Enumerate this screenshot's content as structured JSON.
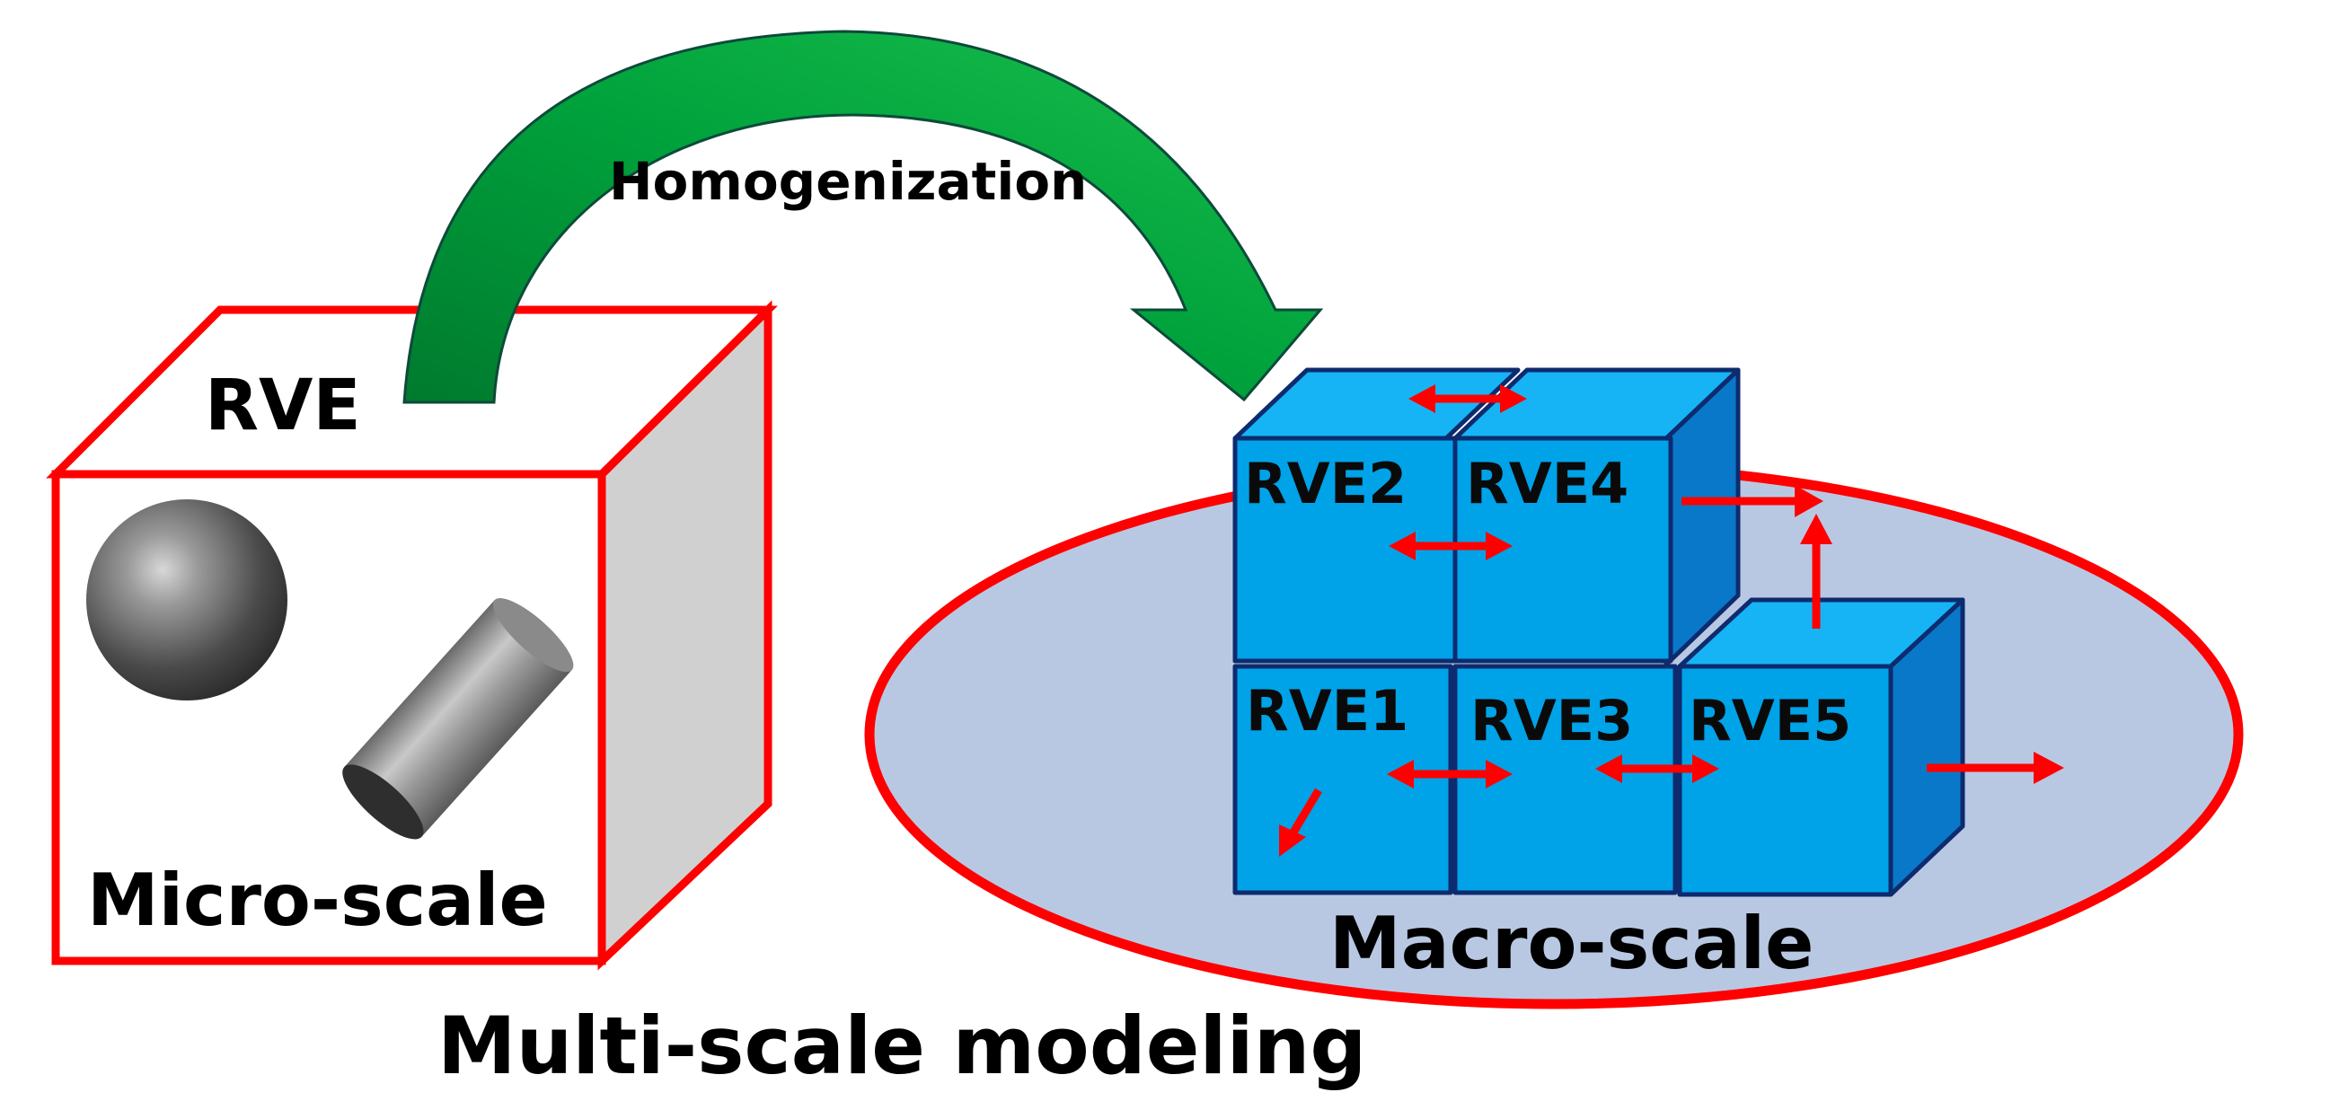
{
  "title": "Multi-scale modeling",
  "arrow_label": "Homogenization",
  "micro": {
    "box_label": "RVE",
    "scale_label": "Micro-scale"
  },
  "macro": {
    "scale_label": "Macro-scale",
    "cubes": [
      {
        "label": "RVE1"
      },
      {
        "label": "RVE2"
      },
      {
        "label": "RVE3"
      },
      {
        "label": "RVE4"
      },
      {
        "label": "RVE5"
      }
    ]
  },
  "colors": {
    "red_outline": "#ff0000",
    "cube_front": "#00a2e8",
    "cube_top": "#16b4f5",
    "cube_side": "#0a78c8",
    "cube_edge": "#0d2b6e",
    "ellipse_fill": "#b9c8e2",
    "arrow_green": "#00a23c"
  }
}
